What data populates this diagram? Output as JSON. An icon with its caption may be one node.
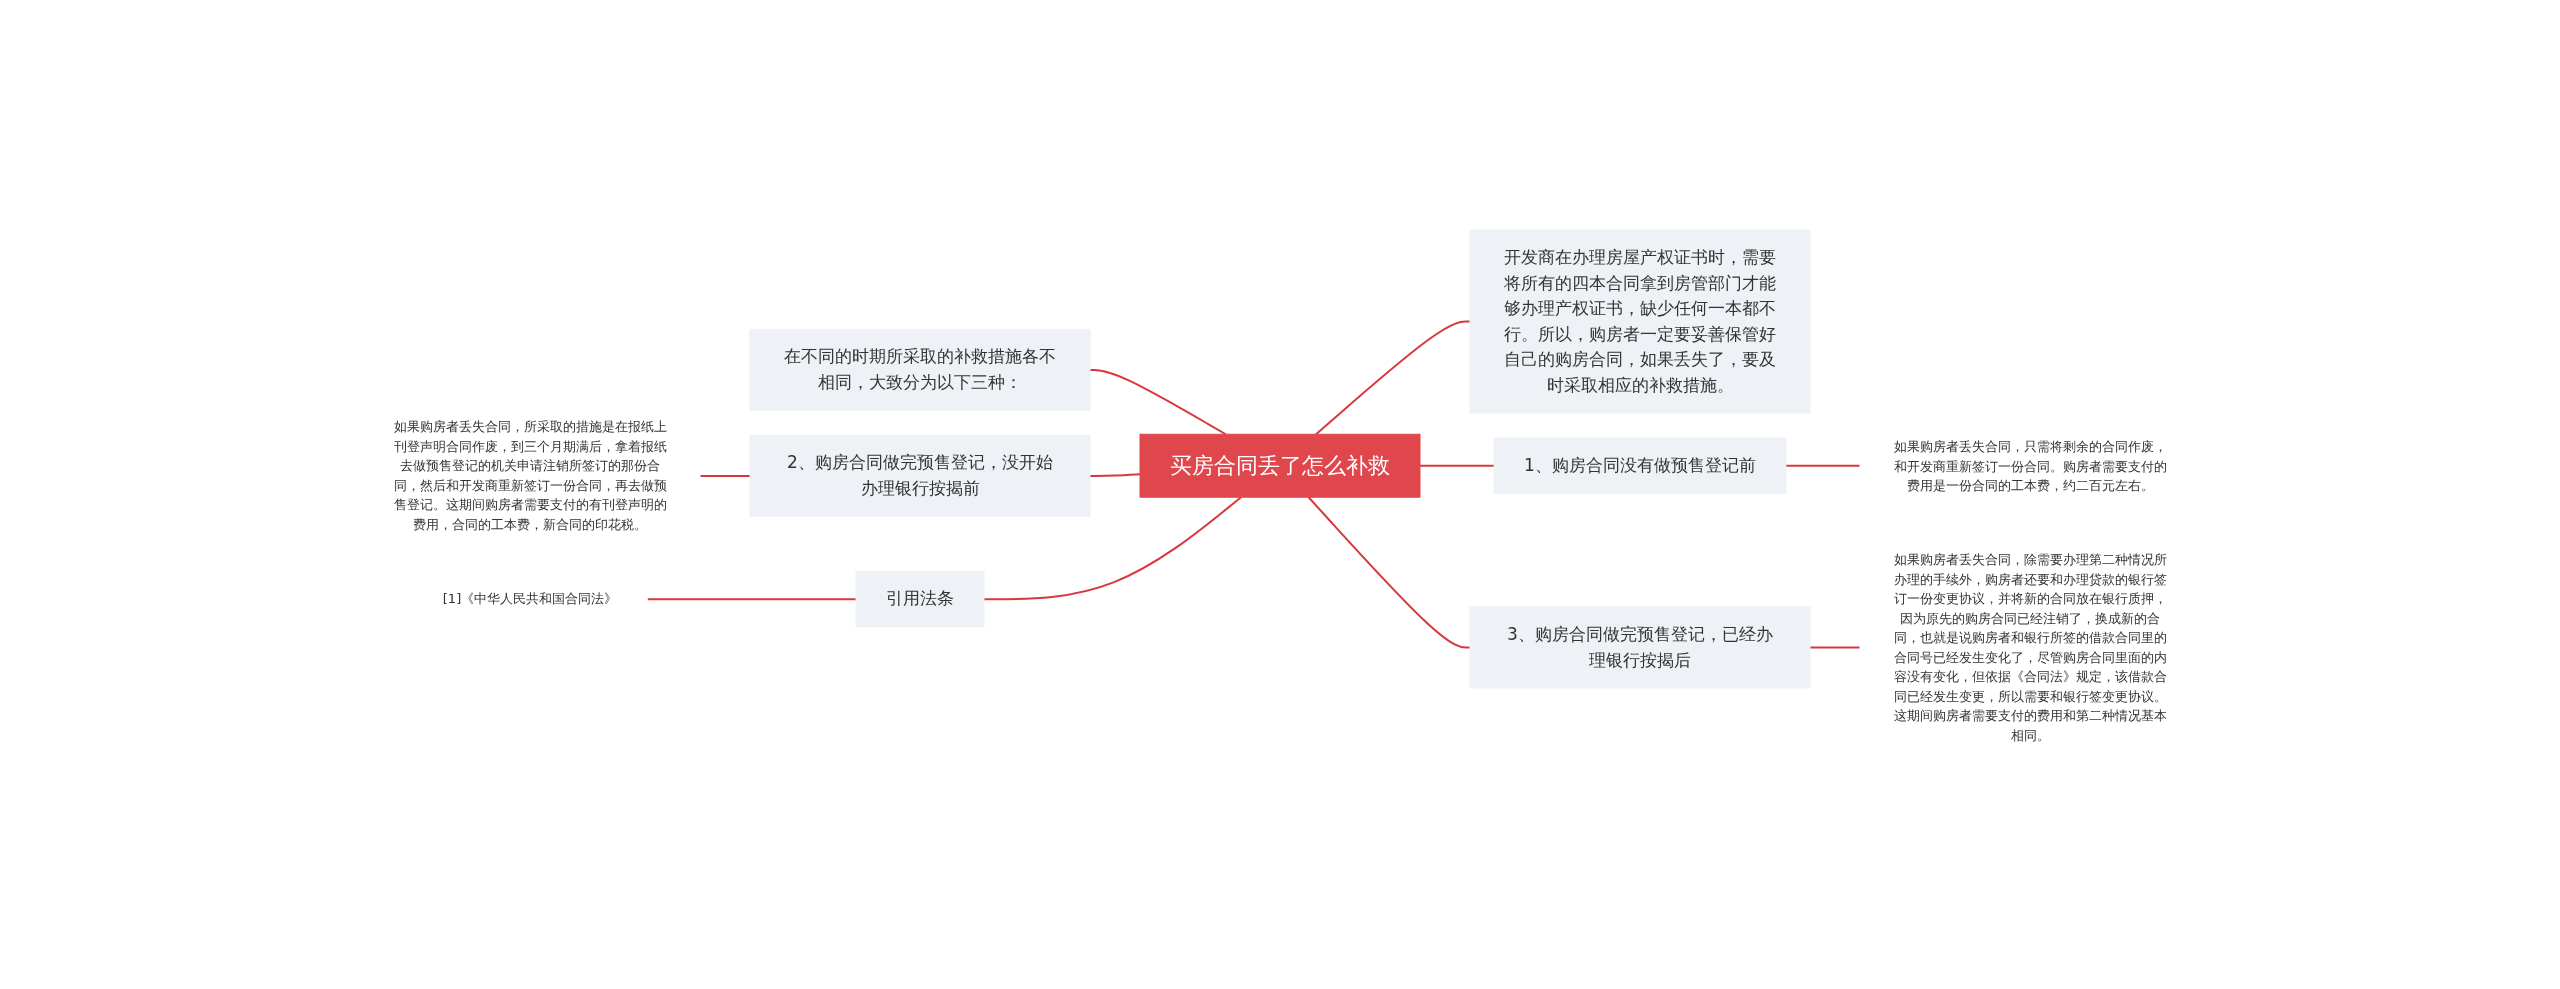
{
  "diagram": {
    "nodes": [
      {
        "text": [
          "买房合同丢了怎么补救"
        ]
      },
      {
        "text": [
          "在不同的时期所采取的补救措施各不相同，大致分为以下三种："
        ]
      },
      {
        "text": [
          "2、购房合同做完预售登记，没开始办理银行按揭前"
        ]
      },
      {
        "text": [
          "如果购房者丢失合同，所采取的措施是在报纸上刊登声明合同作废，到三个月期满后，拿着报纸去做预售登记的机关申请注销所签订的那份合同，然后和开发商重新签订一份合同，再去做预售登记。这期间购房者需要支付的有刊登声明的费用，合同的工本费，新合同的印花税。"
        ]
      },
      {
        "text": [
          "引用法条"
        ]
      },
      {
        "text": [
          "[1]《中华人民共和国合同法》"
        ]
      },
      {
        "text": [
          "开发商在办理房屋产权证书时，需要将所有的四本合同拿到房管部门才能够办理产权证书，缺少任何一本都不行。所以，购房者一定要妥善保管好自己的购房合同，如果丢失了，要及时采取相应的补救措施。"
        ]
      },
      {
        "text": [
          "1、购房合同没有做预售登记前"
        ]
      },
      {
        "text": [
          "如果购房者丢失合同，只需将剩余的合同作废，和开发商重新签订一份合同。购房者需要支付的费用是一份合同的工本费，约二百元左右。"
        ]
      },
      {
        "text": [
          "3、购房合同做完预售登记，已经办理银行按揭后"
        ]
      },
      {
        "text": [
          "如果购房者丢失合同，除需要办理第二种情况所办理的手续外，购房者还要和办理贷款的银行签订一份变更协议，并将新的合同放在银行质押，因为原先的购房合同已经注销了，换成新的合同，也就是说购房者和银行所签的借款合同里的合同号已经发生变化了，尽管购房合同里面的内容没有变化，但依据《合同法》规定，该借款合同已经发生变更，所以需要和银行签变更协议。这期间购房者需要支付的费用和第二种情况基本相同。"
        ]
      }
    ],
    "edges": [
      {
        "from": 0,
        "to": 1,
        "arrow": "none"
      },
      {
        "from": 0,
        "to": 2,
        "arrow": "none"
      },
      {
        "from": 2,
        "to": 3,
        "arrow": "none"
      },
      {
        "from": 0,
        "to": 4,
        "arrow": "none"
      },
      {
        "from": 4,
        "to": 5,
        "arrow": "none"
      },
      {
        "from": 0,
        "to": 6,
        "arrow": "none"
      },
      {
        "from": 0,
        "to": 7,
        "arrow": "none"
      },
      {
        "from": 7,
        "to": 8,
        "arrow": "none"
      },
      {
        "from": 0,
        "to": 9,
        "arrow": "none"
      },
      {
        "from": 9,
        "to": 10,
        "arrow": "none"
      }
    ]
  }
}
